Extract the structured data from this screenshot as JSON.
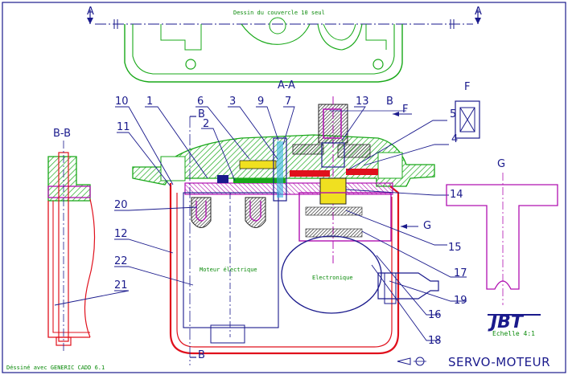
{
  "header": {
    "cover_note": "Dessin du couvercle 10 seul"
  },
  "sections": {
    "aa_left": "A",
    "aa_right": "A",
    "aa_title": "A-A",
    "bb_title": "B-B",
    "b_top": "B",
    "b_bottom": "B",
    "b_right": "B",
    "f_view": "F",
    "f_arrow": "F",
    "g_view": "G",
    "g_arrow": "G"
  },
  "callouts": [
    "10",
    "1",
    "6",
    "3",
    "9",
    "7",
    "13",
    "2",
    "5",
    "4",
    "11",
    "14",
    "20",
    "12",
    "15",
    "22",
    "17",
    "21",
    "19",
    "16",
    "18"
  ],
  "part_labels": {
    "motor": "Moteur électrique",
    "electronics": "Electronique"
  },
  "footer": {
    "credit": "Déssiné avec GENERIC CADD 6.1",
    "scale": "Echelle  4:1",
    "title": "SERVO-MOTEUR",
    "logo": "JBT"
  },
  "colors": {
    "outline": "#1a1a8c",
    "housing": "#e0101c",
    "cover": "#18a818",
    "purple": "#b010b0",
    "yellow": "#f0e020",
    "hatch": "#222222"
  }
}
